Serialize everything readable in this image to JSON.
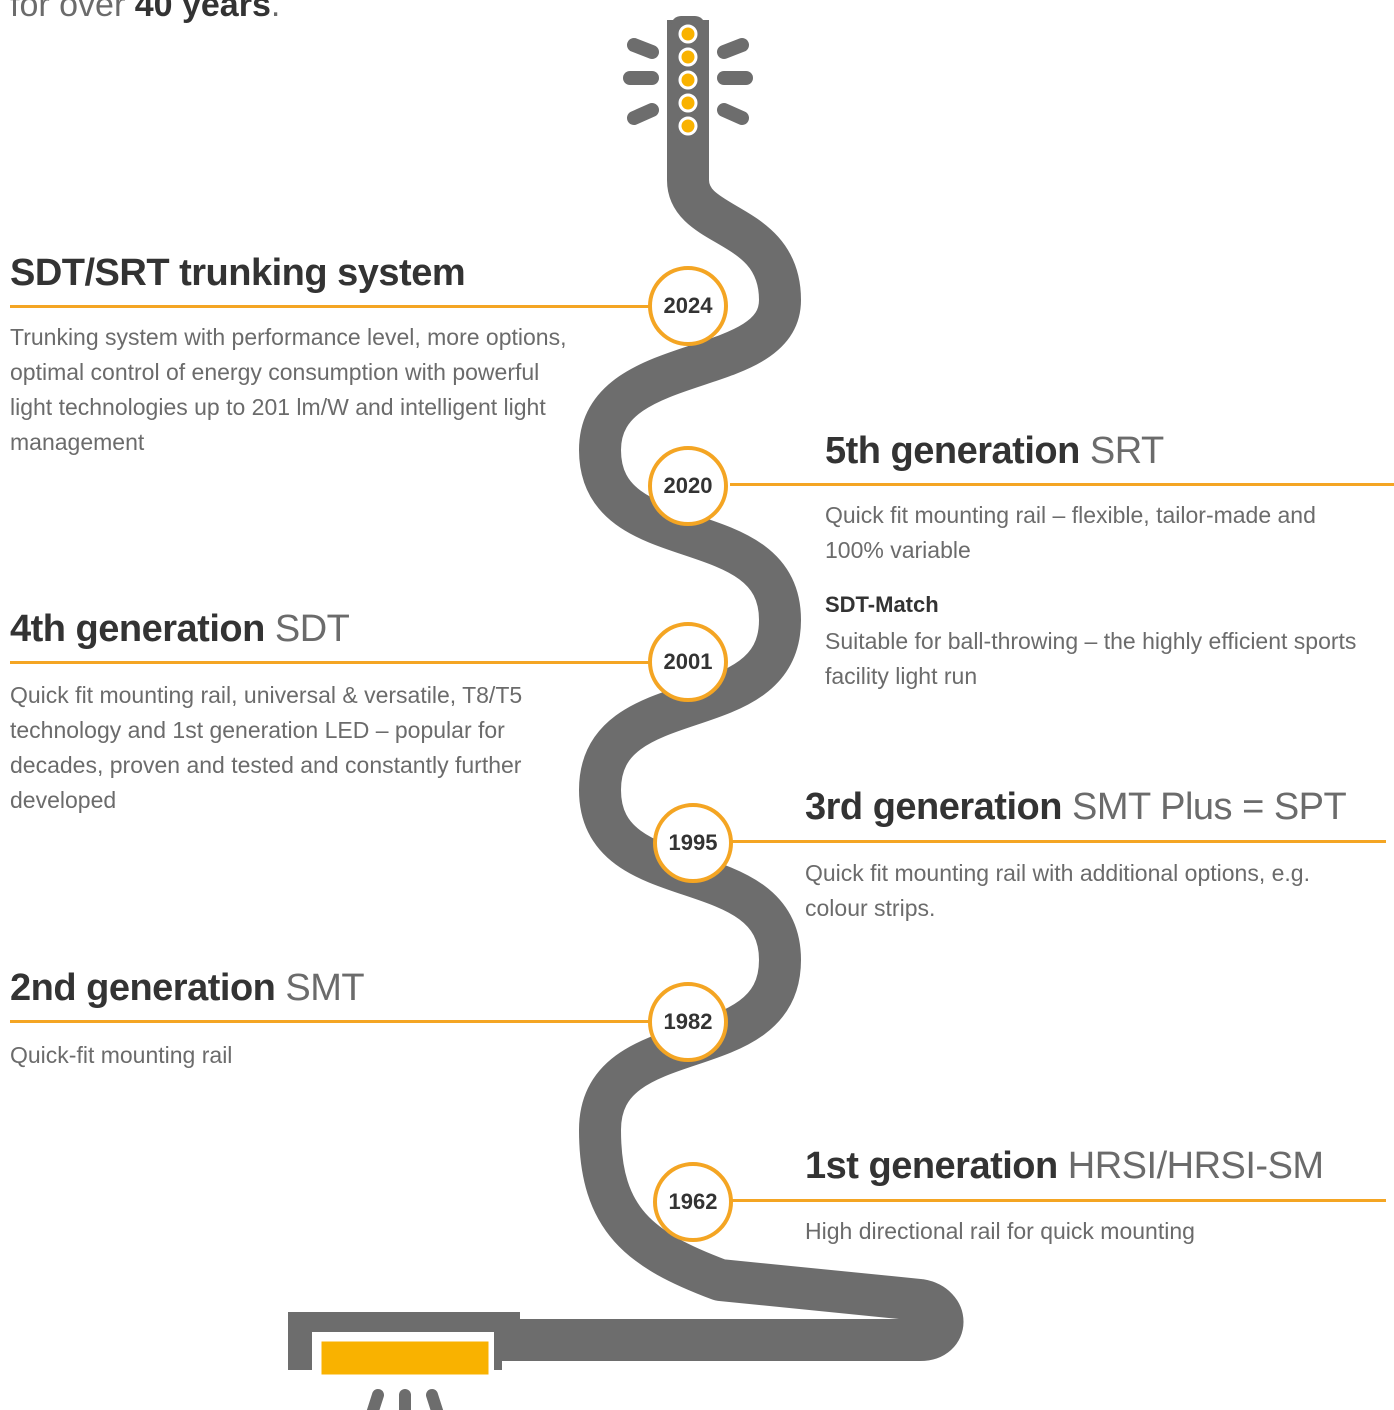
{
  "intro": {
    "prefix": "for over ",
    "highlight": "40 years",
    "suffix": "."
  },
  "colors": {
    "accent": "#f4a523",
    "track": "#6d6d6d",
    "lamp": "#f9b200",
    "heading": "#333333",
    "text": "#6b6b6b"
  },
  "milestones": [
    {
      "year": "2024",
      "title_bold": "SDT/SRT trunking system",
      "title_light": "",
      "description": "Trunking system with performance level, more options, optimal control of energy consumption with powerful light technologies up to 201 lm/W and intelligent light management"
    },
    {
      "year": "2020",
      "title_bold": "5th generation",
      "title_light": " SRT",
      "description": "Quick fit mounting rail – flexible, tailor-made and 100% variable",
      "sub_title": "SDT-Match",
      "sub_description": "Suitable for ball-throwing – the highly efficient sports facility light run"
    },
    {
      "year": "2001",
      "title_bold": "4th generation",
      "title_light": " SDT",
      "description": "Quick fit mounting rail, universal & versatile, T8/T5 technology and 1st generation LED – popular for decades, proven and tested and constantly further developed"
    },
    {
      "year": "1995",
      "title_bold": "3rd generation",
      "title_light": " SMT Plus = SPT",
      "description": "Quick fit mounting rail with additional options, e.g. colour strips."
    },
    {
      "year": "1982",
      "title_bold": "2nd generation",
      "title_light": " SMT",
      "description": "Quick-fit mounting rail"
    },
    {
      "year": "1962",
      "title_bold": "1st generation",
      "title_light": " HRSI/HRSI-SM",
      "description": "High directional rail for quick mounting"
    }
  ]
}
